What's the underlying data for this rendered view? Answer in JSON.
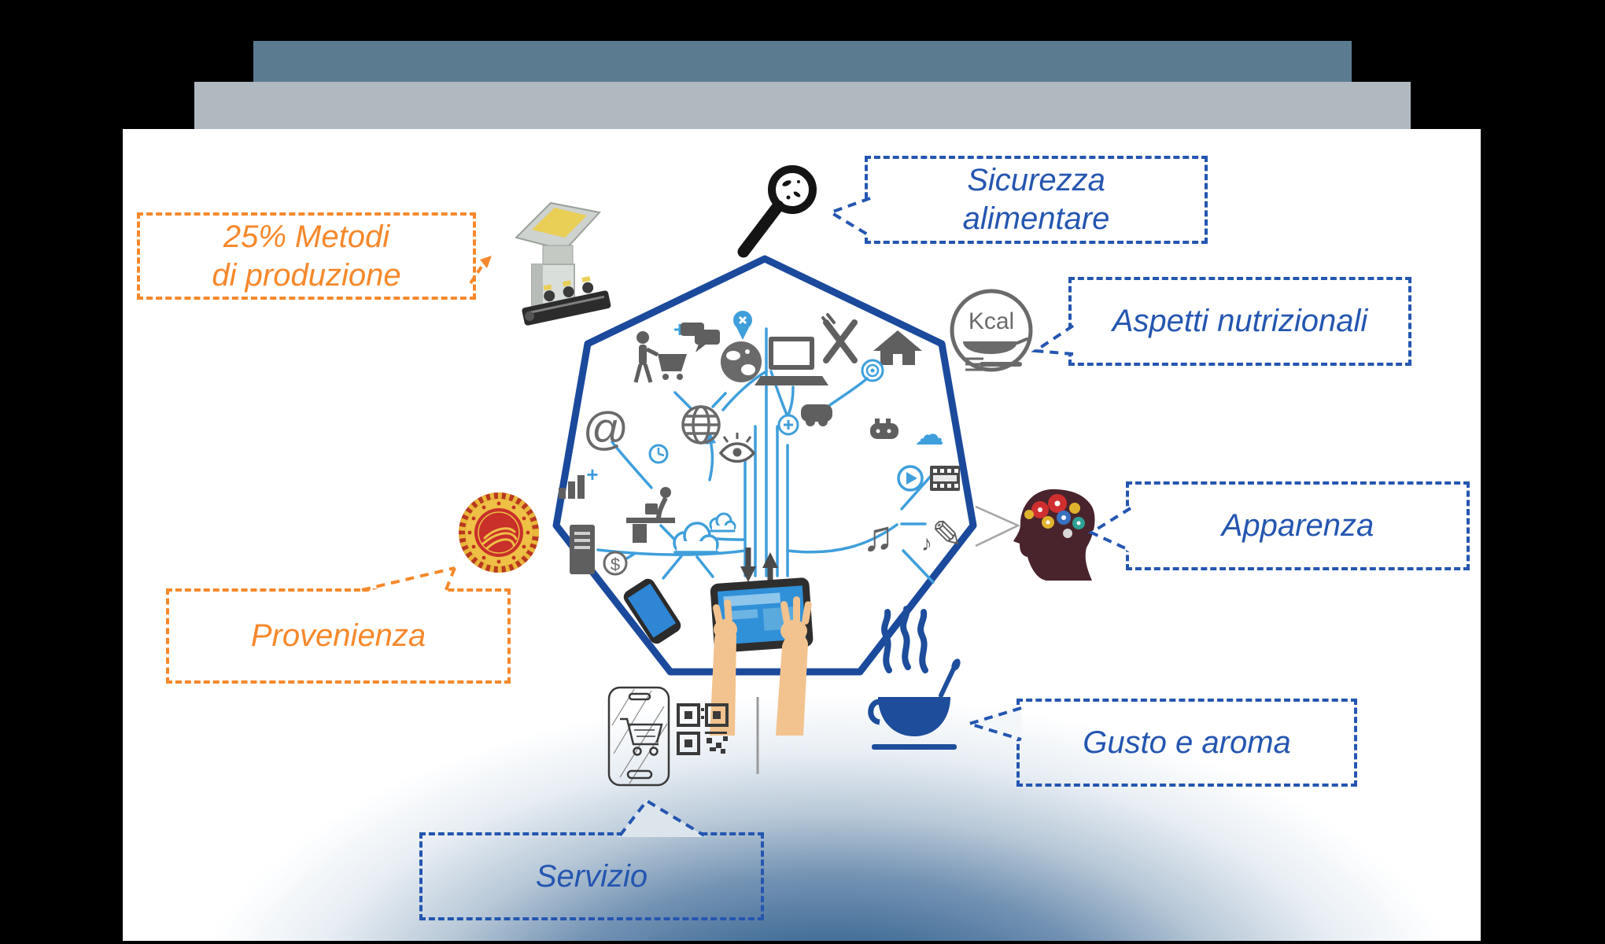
{
  "slide": {
    "background_color": "#000000",
    "top_bar_dark_color": "#5b7b91",
    "top_bar_light_color": "#b0b8c0",
    "panel_color": "#ffffff",
    "bottom_glow_color": "#2b5a8a"
  },
  "colors": {
    "callout_blue": "#2456b0",
    "callout_orange": "#f6882b",
    "heptagon_border": "#1b4a9c",
    "connector_blue": "#3f9fdb",
    "icon_gray": "#5f5f5f",
    "cup_blue": "#1d4d9b"
  },
  "callouts": {
    "metodi": {
      "line1": "25% Metodi",
      "line2": "di produzione"
    },
    "sicurezza": {
      "line1": "Sicurezza",
      "line2": "alimentare"
    },
    "aspetti": {
      "label": "Aspetti nutrizionali"
    },
    "apparenza": {
      "label": "Apparenza"
    },
    "gusto": {
      "label": "Gusto e aroma"
    },
    "servizio": {
      "label": "Servizio"
    },
    "provenienza": {
      "label": "Provenienza"
    }
  },
  "glyphs": {
    "kcal": "Kcal",
    "at_sign": "@",
    "cloud": "☁",
    "music_note": "♫",
    "music_note_small": "♪",
    "pencil": "✎",
    "dollar": "$",
    "plus_1": "+",
    "plus_2": "+"
  },
  "icon_names": [
    "magnifier-bacteria-icon",
    "production-machine-icon",
    "kcal-icon",
    "brain-gears-icon",
    "dop-seal-icon",
    "coffee-cup-icon",
    "sketch-phone-cart-icon",
    "qr-code-icon",
    "heptagon",
    "shopper-cart-icon",
    "chat-bubbles-icon",
    "map-pin-icon",
    "globe-icon",
    "laptop-icon",
    "cutlery-icon",
    "house-icon",
    "at-icon",
    "wire-globe-icon",
    "eye-icon",
    "clock-icon",
    "plus-circle-icon",
    "vr-camera-icon",
    "target-icon",
    "gamepad-icon",
    "cloud-icon",
    "play-circle-icon",
    "film-strip-icon",
    "music-note-icon",
    "pencil-icon",
    "dollar-coin-icon",
    "bar-chart-icon",
    "person-desk-icon",
    "server-icon",
    "smartphone-icon",
    "tablet-hands-icon",
    "sync-arrows-icon"
  ]
}
